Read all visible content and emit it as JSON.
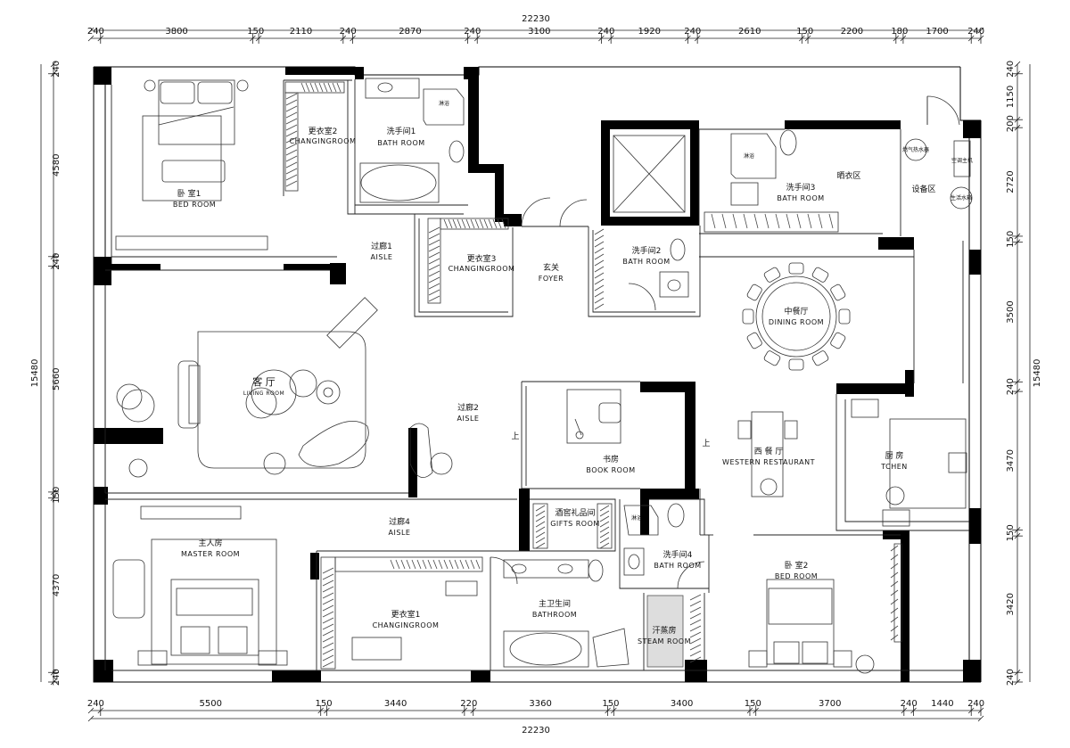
{
  "dimensions": {
    "top_total": "22230",
    "bottom_total": "22230",
    "left_total": "15480",
    "right_total": "15480",
    "top": [
      "240",
      "3800",
      "150",
      "2110",
      "240",
      "2870",
      "240",
      "3100",
      "240",
      "1920",
      "240",
      "2610",
      "150",
      "2200",
      "180",
      "1700",
      "240"
    ],
    "bottom": [
      "240",
      "5500",
      "150",
      "3440",
      "220",
      "3360",
      "150",
      "3400",
      "150",
      "3700",
      "240",
      "1440",
      "240"
    ],
    "left": [
      "240",
      "4580",
      "240",
      "5660",
      "150",
      "4370",
      "240"
    ],
    "right": [
      "240",
      "1150",
      "200",
      "2720",
      "150",
      "3500",
      "240",
      "3470",
      "150",
      "3420",
      "240"
    ]
  },
  "rooms": [
    {
      "cn": "卧 室1",
      "en": "BED ROOM"
    },
    {
      "cn": "更衣室2",
      "en": "CHANGINGROOM"
    },
    {
      "cn": "洗手间1",
      "en": "BATH ROOM"
    },
    {
      "cn": "过廊1",
      "en": "AISLE"
    },
    {
      "cn": "更衣室3",
      "en": "CHANGINGROOM"
    },
    {
      "cn": "玄关",
      "en": "FOYER"
    },
    {
      "cn": "洗手间2",
      "en": "BATH ROOM"
    },
    {
      "cn": "洗手间3",
      "en": "BATH ROOM"
    },
    {
      "cn": "中餐厅",
      "en": "DINING ROOM"
    },
    {
      "cn": "客 厅",
      "en": "LIVING ROOM"
    },
    {
      "cn": "过廊2",
      "en": "AISLE"
    },
    {
      "cn": "书房",
      "en": "BOOK ROOM"
    },
    {
      "cn": "西 餐 厅",
      "en": "WESTERN RESTAURANT"
    },
    {
      "cn": "厨 房",
      "en": "TCHEN"
    },
    {
      "cn": "过廊4",
      "en": "AISLE"
    },
    {
      "cn": "酒窖礼品间",
      "en": "GIFTS ROOM"
    },
    {
      "cn": "洗手间4",
      "en": "BATH ROOM"
    },
    {
      "cn": "主人房",
      "en": "MASTER ROOM"
    },
    {
      "cn": "更衣室1",
      "en": "CHANGINGROOM"
    },
    {
      "cn": "主卫生间",
      "en": "BATHROOM"
    },
    {
      "cn": "汗蒸房",
      "en": "STEAM ROOM"
    },
    {
      "cn": "卧 室2",
      "en": "BED ROOM"
    }
  ],
  "extras": {
    "laundry": "晒衣区",
    "equipment": "设备区",
    "up_1": "上",
    "up_2": "上",
    "shower_1": "淋浴",
    "shower_2": "淋浴",
    "shower_3": "淋浴",
    "heater": "燃气热水器",
    "purifier": "空调主机",
    "water": "生活水箱"
  },
  "colors": {
    "wall": "#000000",
    "line": "#222222",
    "fine": "#555555",
    "hatch": "#888888",
    "background": "#ffffff"
  }
}
